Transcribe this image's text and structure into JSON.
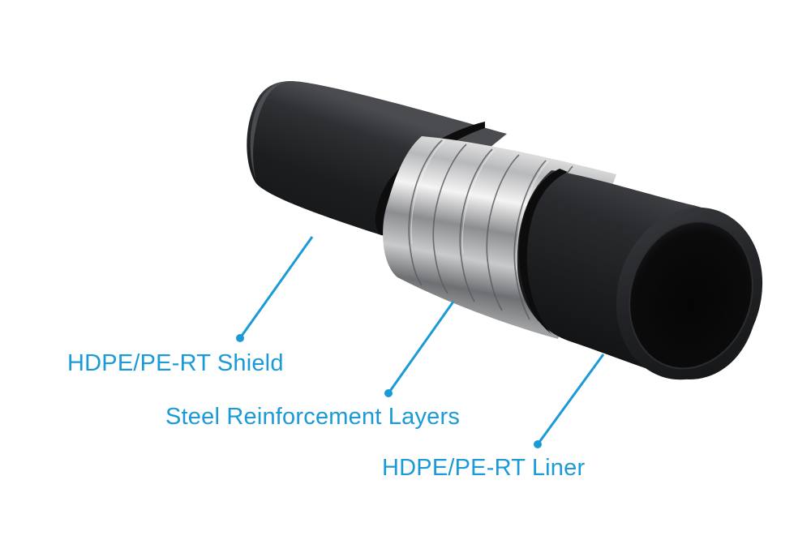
{
  "accent_color": "#1a9ad6",
  "callouts": [
    {
      "label": "HDPE/PE-RT Shield"
    },
    {
      "label": "Steel Reinforcement Layers"
    },
    {
      "label": "HDPE/PE-RT Liner"
    }
  ]
}
